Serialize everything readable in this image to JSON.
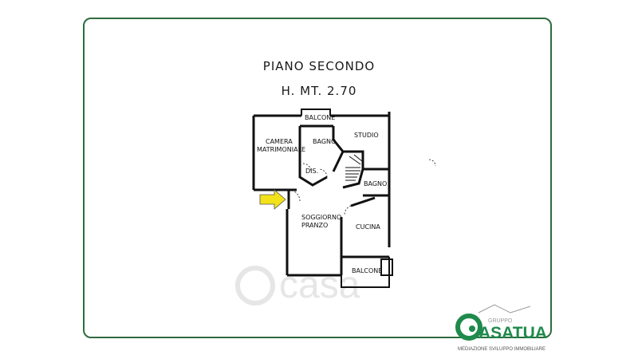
{
  "plan": {
    "title": "PIANO SECONDO",
    "height_label": "H. MT. 2.70"
  },
  "rooms": {
    "balcone_top": "BALCONE",
    "camera": "CAMERA",
    "matrimoniale": "MATRIMONIALE",
    "bagno1": "BAGNO",
    "studio": "STUDIO",
    "dis": "DIS.",
    "bagno2": "BAGNO",
    "soggiorno": "SOGGIORNO",
    "pranzo": "PRANZO",
    "cucina": "CUCINA",
    "balcone_bottom": "BALCONE"
  },
  "watermark": "casa",
  "logo": {
    "gruppo": "GRUPPO",
    "name": "ASATUA",
    "tagline": "MEDIAZIONE SVILUPPO IMMOBILIARE"
  },
  "colors": {
    "frame": "#2f6b3e",
    "arrow": "#f2e21a",
    "logo_green": "#1f8a4c"
  }
}
